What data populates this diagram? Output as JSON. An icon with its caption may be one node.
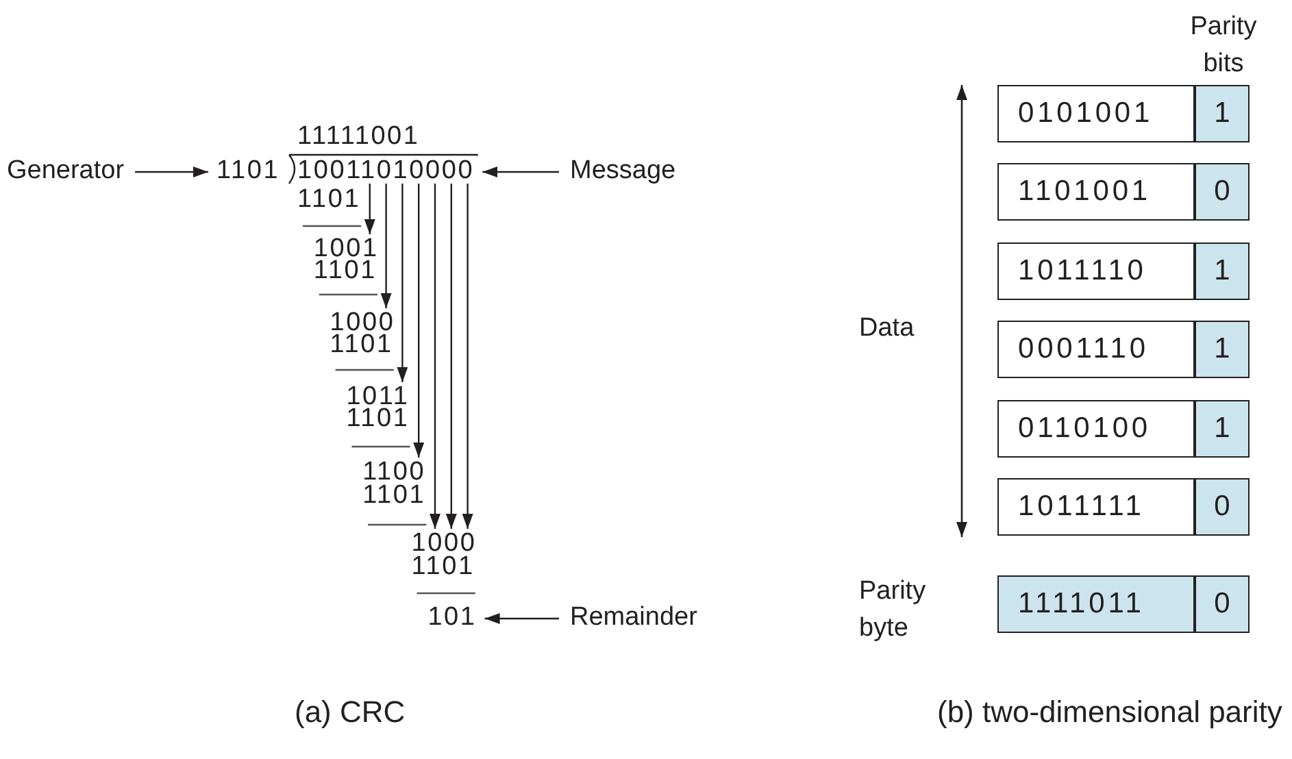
{
  "diagram": {
    "nodes": [
      {
        "text": [
          "Generator"
        ]
      },
      {
        "text": [
          "1101"
        ]
      },
      {
        "text": [
          "10011010000"
        ]
      },
      {
        "text": [
          "Message"
        ]
      },
      {
        "text": [
          "1001"
        ]
      },
      {
        "text": [
          "1000"
        ]
      },
      {
        "text": [
          "1011"
        ]
      },
      {
        "text": [
          "1100"
        ]
      },
      {
        "text": [
          "1000"
        ]
      },
      {
        "text": [
          "101"
        ]
      },
      {
        "text": [
          "Remainder"
        ]
      },
      {
        "text": [
          "0101001"
        ]
      },
      {
        "text": [
          "1"
        ]
      },
      {
        "text": [
          "1101001"
        ]
      },
      {
        "text": [
          "0"
        ]
      },
      {
        "text": [
          "1011110"
        ]
      },
      {
        "text": [
          "1"
        ]
      },
      {
        "text": [
          "0001110"
        ]
      },
      {
        "text": [
          "1"
        ]
      },
      {
        "text": [
          "0110100"
        ]
      },
      {
        "text": [
          "1"
        ]
      },
      {
        "text": [
          "1011111"
        ]
      },
      {
        "text": [
          "0"
        ]
      },
      {
        "text": [
          "1111011"
        ]
      },
      {
        "text": [
          "0"
        ]
      }
    ],
    "edges": [
      {
        "from": 0,
        "to": 1,
        "arrow": "to"
      },
      {
        "from": 3,
        "to": 2,
        "arrow": "to"
      },
      {
        "from": 2,
        "to": 4,
        "arrow": "to"
      },
      {
        "from": 2,
        "to": 5,
        "arrow": "to"
      },
      {
        "from": 2,
        "to": 6,
        "arrow": "to"
      },
      {
        "from": 2,
        "to": 7,
        "arrow": "to"
      },
      {
        "from": 2,
        "to": 8,
        "arrow": "to"
      },
      {
        "from": 2,
        "to": 8,
        "arrow": "to"
      },
      {
        "from": 2,
        "to": 8,
        "arrow": "to"
      },
      {
        "from": 10,
        "to": 9,
        "arrow": "to"
      }
    ],
    "labels": [
      "Parity bits",
      "11111001",
      "1101",
      "1101",
      "1101",
      "1101",
      "1101",
      "1101",
      "Data",
      "Parity byte",
      "(a) CRC",
      "(b) two-dimensional parity"
    ]
  }
}
